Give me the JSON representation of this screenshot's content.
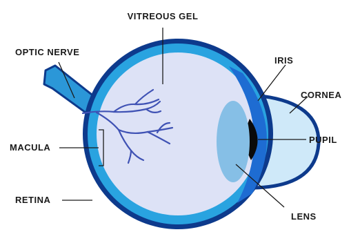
{
  "labels": {
    "vitreous_gel": "VITREOUS GEL",
    "optic_nerve": "OPTIC NERVE",
    "iris": "IRIS",
    "cornea": "CORNEA",
    "pupil": "PUPIL",
    "macula": "MACULA",
    "retina": "RETINA",
    "lens": "LENS"
  },
  "colors": {
    "sclera": "#0d3a8c",
    "retina_layer": "#29a3e0",
    "vitreous": "#dde2f6",
    "optic_nerve": "#2b97d8",
    "iris": "#1e6cd2",
    "cornea": "#cfe9f9",
    "lens": "#86bfe6",
    "pupil": "#0a0a0a",
    "vessels": "#3f52b4",
    "text": "#1a1a1a"
  }
}
